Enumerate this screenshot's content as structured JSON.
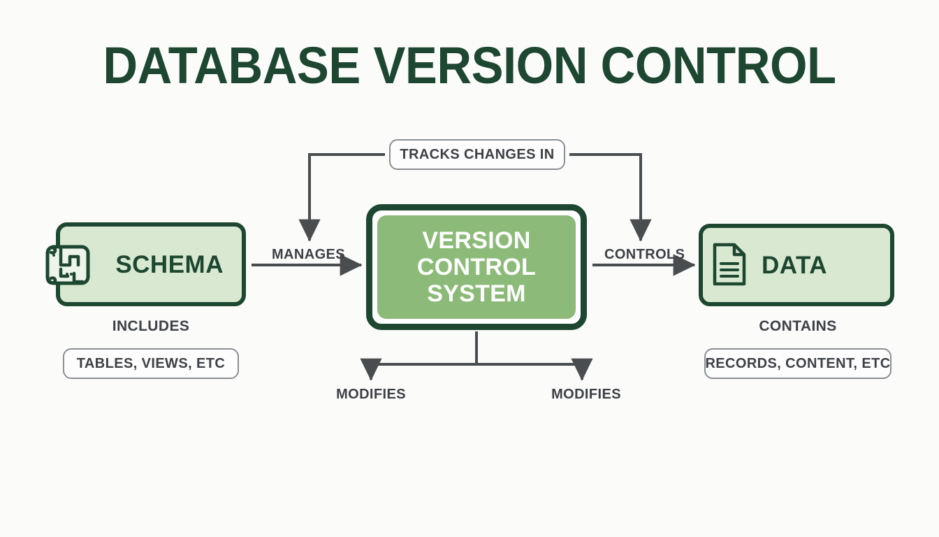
{
  "page": {
    "title": "DATABASE VERSION CONTROL",
    "background_color": "#fbfbfa"
  },
  "colors": {
    "dark_green": "#1d4730",
    "light_green_fill": "#d9e8d1",
    "mid_green_fill": "#8cba78",
    "connector_gray": "#4a4d50",
    "pill_border": "#8b8f93",
    "pill_text": "#3d4145"
  },
  "nodes": {
    "schema": {
      "label": "SCHEMA",
      "icon": "blueprint-icon",
      "relation_label": "INCLUDES",
      "detail": "TABLES, VIEWS, ETC"
    },
    "version_control_system": {
      "line1": "VERSION",
      "line2": "CONTROL",
      "line3": "SYSTEM"
    },
    "data": {
      "label": "DATA",
      "icon": "document-icon",
      "relation_label": "CONTAINS",
      "detail": "RECORDS, CONTENT, ETC"
    }
  },
  "edges": {
    "tracks_changes_in": "TRACKS CHANGES IN",
    "manages": "MANAGES",
    "controls": "CONTROLS",
    "modifies_left": "MODIFIES",
    "modifies_right": "MODIFIES"
  }
}
